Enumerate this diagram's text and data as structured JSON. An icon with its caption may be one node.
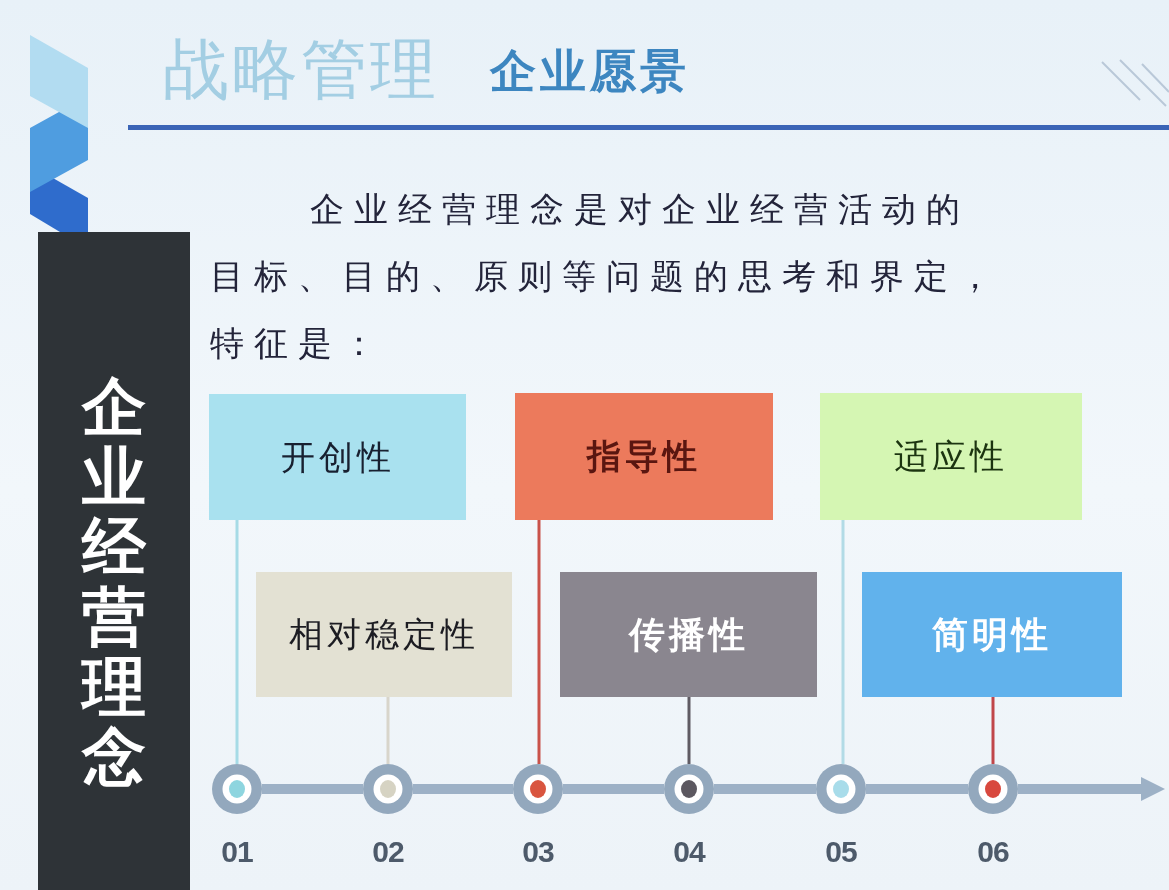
{
  "diagram": {
    "title": "战略管理",
    "nodes": [
      {
        "text": [
          "企业经营理念"
        ]
      },
      {
        "text": [
          "开创性"
        ]
      },
      {
        "text": [
          "相对稳定性"
        ]
      },
      {
        "text": [
          "指导性"
        ]
      },
      {
        "text": [
          "传播性"
        ]
      },
      {
        "text": [
          "适应性"
        ]
      },
      {
        "text": [
          "简明性"
        ]
      },
      {
        "text": [],
        "shape": "circle",
        "beside": [
          "01"
        ]
      },
      {
        "text": [],
        "shape": "circle",
        "beside": [
          "02"
        ]
      },
      {
        "text": [],
        "shape": "circle",
        "beside": [
          "03"
        ]
      },
      {
        "text": [],
        "shape": "circle",
        "beside": [
          "04"
        ]
      },
      {
        "text": [],
        "shape": "circle",
        "beside": [
          "05"
        ]
      },
      {
        "text": [],
        "shape": "circle",
        "beside": [
          "06"
        ]
      }
    ],
    "edges": [
      {
        "from": 1,
        "to": 7,
        "arrow": "none",
        "color": "#a6dbe6"
      },
      {
        "from": 2,
        "to": 8,
        "arrow": "none",
        "color": "#d8d5cb"
      },
      {
        "from": 3,
        "to": 9,
        "arrow": "none",
        "color": "#c9524a"
      },
      {
        "from": 4,
        "to": 10,
        "arrow": "none",
        "color": "#5f5b63"
      },
      {
        "from": 5,
        "to": 11,
        "arrow": "none",
        "color": "#b2dbe6"
      },
      {
        "from": 6,
        "to": 12,
        "arrow": "none",
        "color": "#c0464a"
      },
      {
        "from": 7,
        "to": 8,
        "arrow": "none",
        "style": "thick"
      },
      {
        "from": 8,
        "to": 9,
        "arrow": "none",
        "style": "thick"
      },
      {
        "from": 9,
        "to": 10,
        "arrow": "none",
        "style": "thick"
      },
      {
        "from": 10,
        "to": 11,
        "arrow": "none",
        "style": "thick"
      },
      {
        "from": 11,
        "to": 12,
        "arrow": "none",
        "style": "thick"
      },
      {
        "from": 12,
        "to": null,
        "arrow": "to",
        "style": "thick"
      }
    ],
    "labels": [
      "企业愿景",
      "企业经营理念是对企业经营活动的目标、目的、原则等问题的思考和界定，特征是："
    ]
  }
}
